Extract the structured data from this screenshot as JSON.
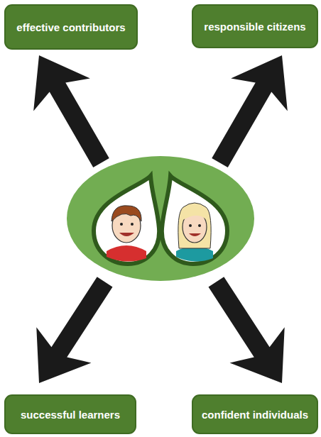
{
  "diagram": {
    "nodes": [
      {
        "text": [
          "effective contributors"
        ]
      },
      {
        "text": [
          "responsible citizens"
        ]
      },
      {
        "text": [
          "successful learners"
        ]
      },
      {
        "text": [
          "confident individuals"
        ]
      }
    ]
  }
}
